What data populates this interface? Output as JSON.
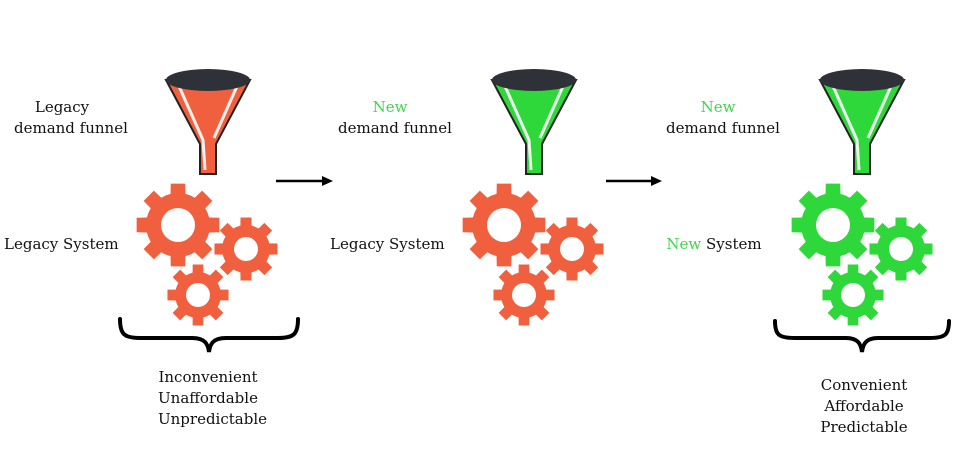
{
  "colors": {
    "legacy": "#f0603f",
    "new": "#2ed83a",
    "funnel_top": "#2f3138",
    "highlight_text": "#3ed64a",
    "stroke": "#000000"
  },
  "stages": [
    {
      "funnel_label_line1": "Legacy",
      "funnel_label_line2": "demand funnel",
      "system_label_prefix": "",
      "system_label": "Legacy System",
      "outcomes": [
        "Inconvenient",
        "Unaffordable",
        "Unpredictable"
      ]
    },
    {
      "funnel_label_line1": "New",
      "funnel_label_line2": "demand funnel",
      "system_label_prefix": "",
      "system_label": "Legacy System"
    },
    {
      "funnel_label_line1": "New",
      "funnel_label_line2": "demand funnel",
      "system_label_prefix": "New",
      "system_label": " System",
      "outcomes": [
        "Convenient",
        "Affordable",
        "Predictable"
      ]
    }
  ]
}
